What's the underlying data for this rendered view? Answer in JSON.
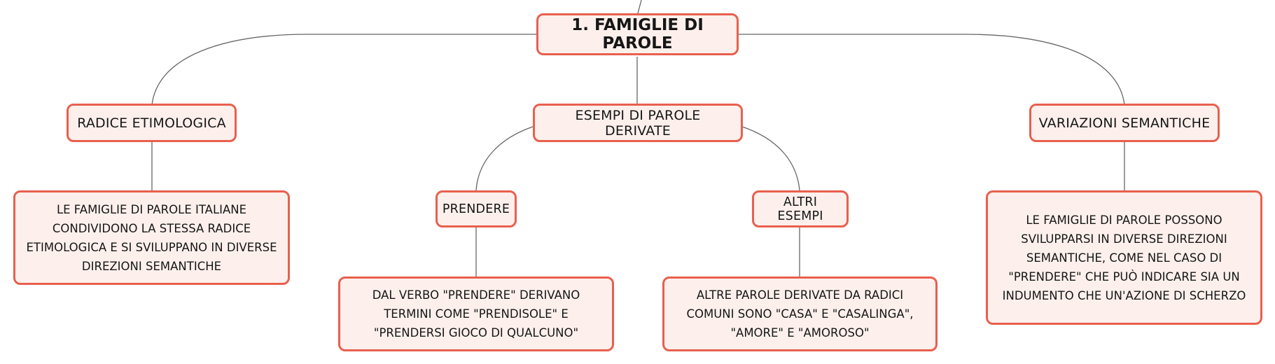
{
  "main": {
    "label": "1. FAMIGLIE DI PAROLE"
  },
  "branches": {
    "radice": {
      "label": "RADICE ETIMOLOGICA",
      "detail": "LE FAMIGLIE DI PAROLE ITALIANE CONDIVIDONO LA STESSA RADICE ETIMOLOGICA E SI SVILUPPANO IN DIVERSE DIREZIONI SEMANTICHE"
    },
    "esempi": {
      "label": "ESEMPI DI PAROLE DERIVATE",
      "prendere": {
        "label": "PRENDERE",
        "detail": "DAL VERBO \"PRENDERE\" DERIVANO TERMINI COME \"PRENDISOLE\" E \"PRENDERSI GIOCO DI QUALCUNO\""
      },
      "altri": {
        "label": "ALTRI ESEMPI",
        "detail": "ALTRE PAROLE DERIVATE DA RADICI COMUNI SONO \"CASA\" E \"CASALINGA\", \"AMORE\" E \"AMOROSO\""
      }
    },
    "variazioni": {
      "label": "VARIAZIONI SEMANTICHE",
      "detail": "LE FAMIGLIE DI PAROLE POSSONO SVILUPPARSI IN DIVERSE DIREZIONI SEMANTICHE, COME NEL CASO DI \"PRENDERE\" CHE PUÒ INDICARE SIA UN INDUMENTO CHE UN'AZIONE DI SCHERZO"
    }
  },
  "colors": {
    "node_border": "#e8604e",
    "node_fill": "#fdf0ec",
    "connector": "#666666",
    "text": "#161616"
  }
}
